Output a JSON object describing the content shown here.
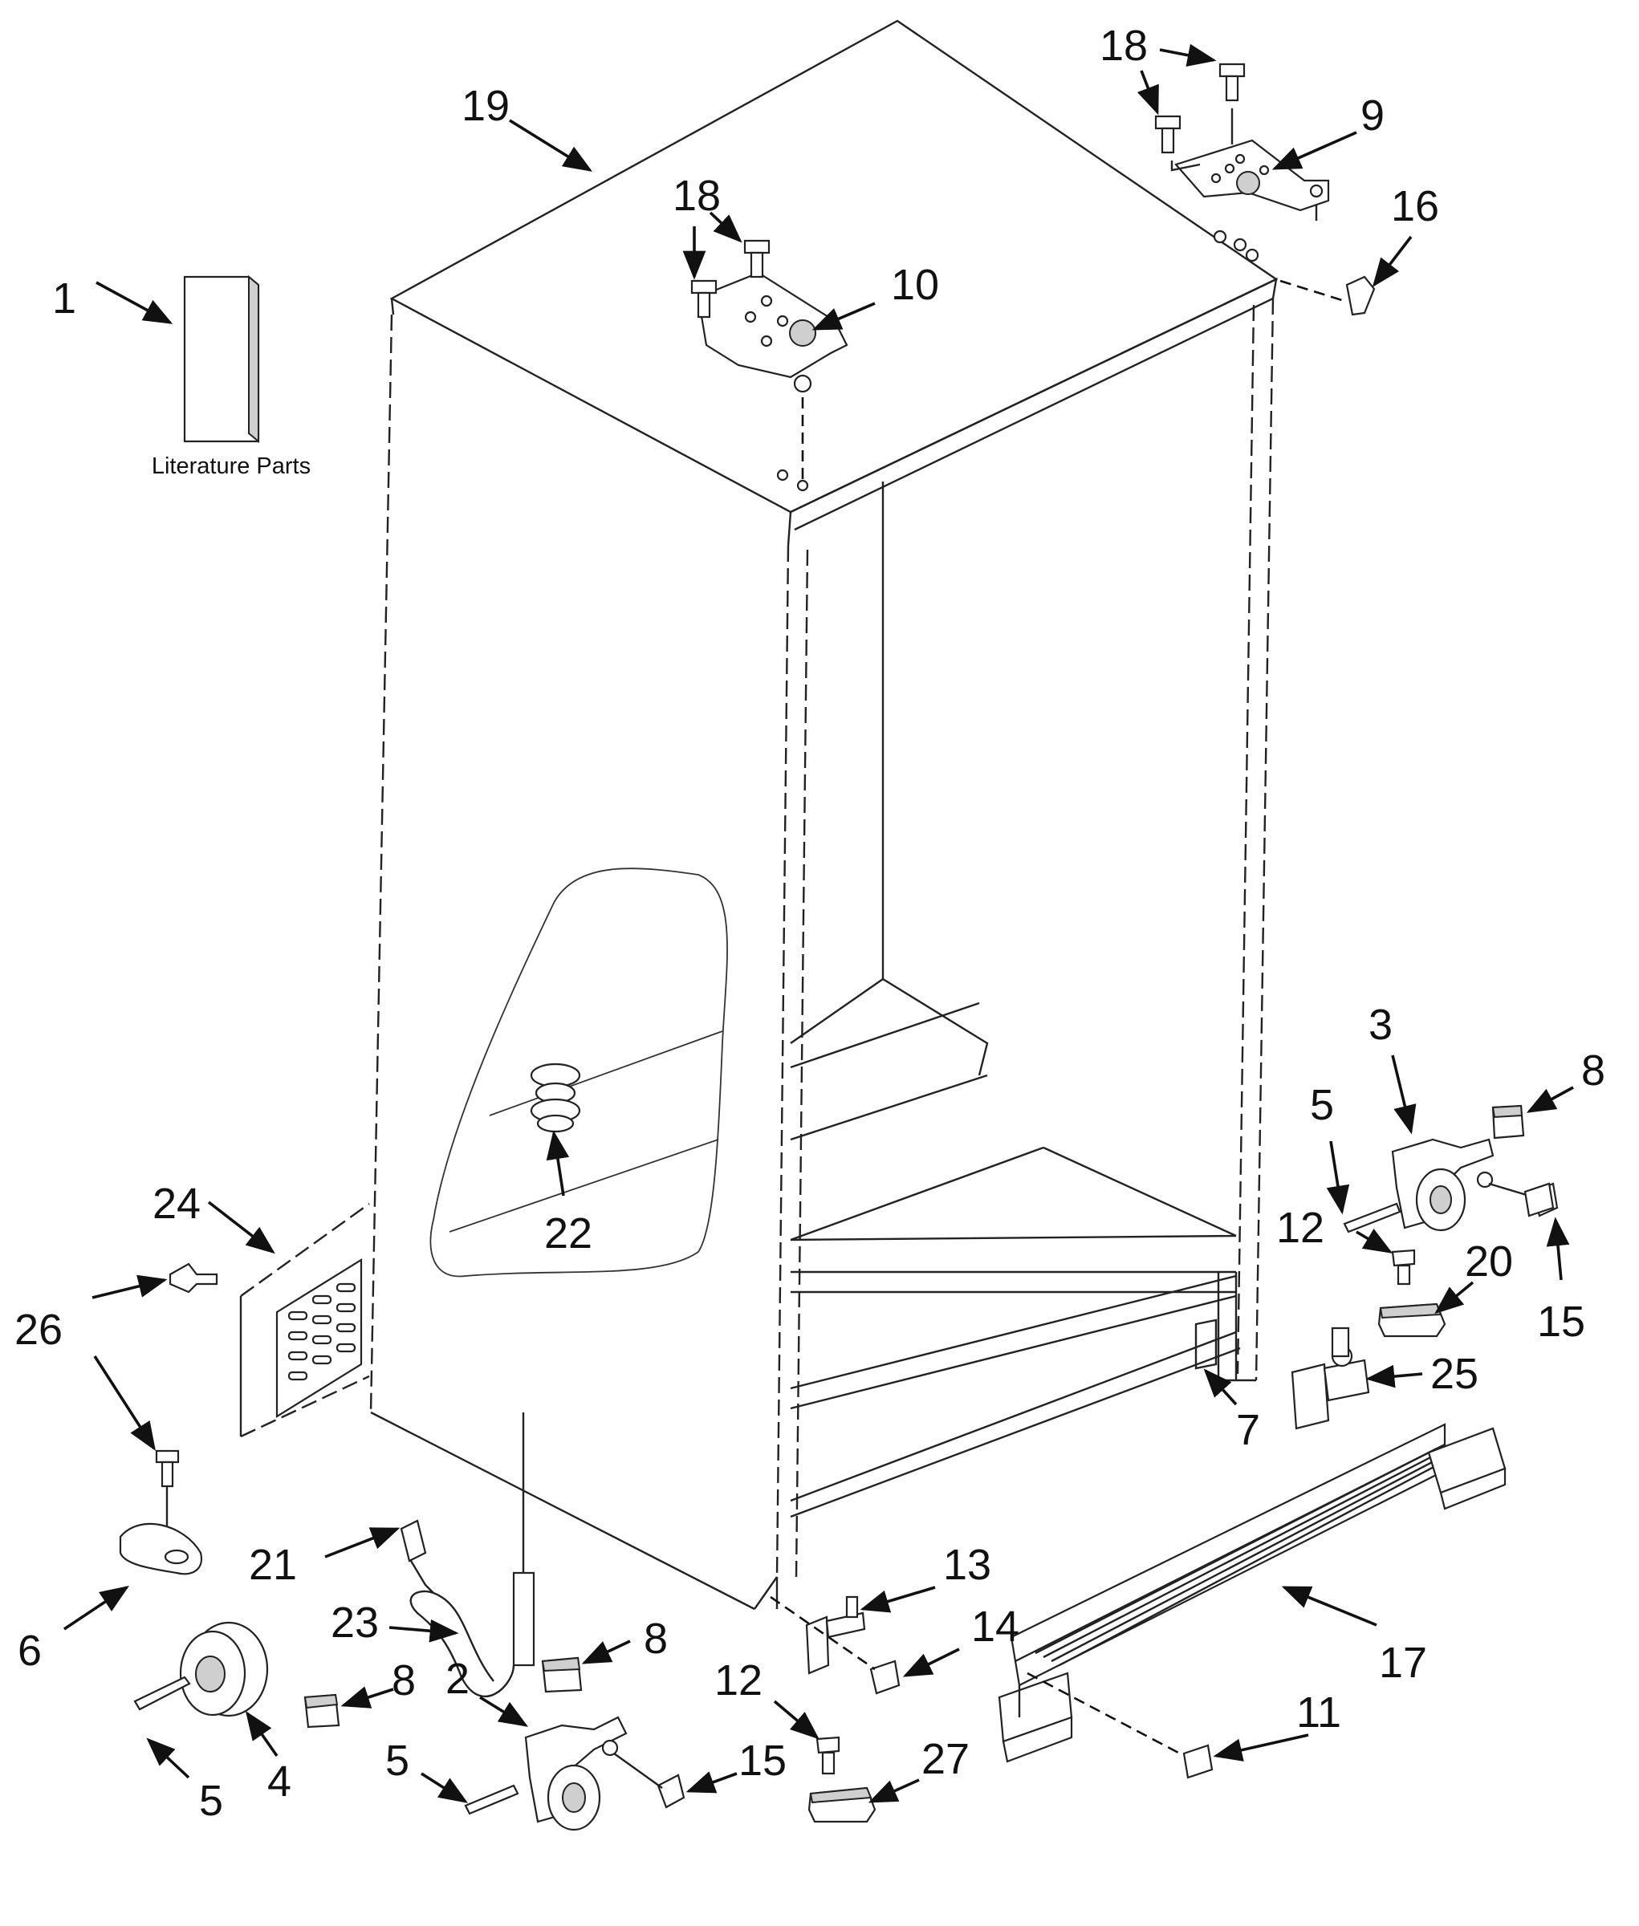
{
  "literature_label": "Literature Parts",
  "callouts": [
    {
      "id": "c1",
      "text": "1"
    },
    {
      "id": "c19",
      "text": "19"
    },
    {
      "id": "c18a",
      "text": "18"
    },
    {
      "id": "c18b",
      "text": "18"
    },
    {
      "id": "c9",
      "text": "9"
    },
    {
      "id": "c16",
      "text": "16"
    },
    {
      "id": "c10",
      "text": "10"
    },
    {
      "id": "c3",
      "text": "3"
    },
    {
      "id": "c8a",
      "text": "8"
    },
    {
      "id": "c5a",
      "text": "5"
    },
    {
      "id": "c12a",
      "text": "12"
    },
    {
      "id": "c20",
      "text": "20"
    },
    {
      "id": "c15a",
      "text": "15"
    },
    {
      "id": "c25",
      "text": "25"
    },
    {
      "id": "c7",
      "text": "7"
    },
    {
      "id": "c22",
      "text": "22"
    },
    {
      "id": "c24",
      "text": "24"
    },
    {
      "id": "c26",
      "text": "26"
    },
    {
      "id": "c21",
      "text": "21"
    },
    {
      "id": "c23",
      "text": "23"
    },
    {
      "id": "c6",
      "text": "6"
    },
    {
      "id": "c8b",
      "text": "8"
    },
    {
      "id": "c8c",
      "text": "8"
    },
    {
      "id": "c2",
      "text": "2"
    },
    {
      "id": "c4",
      "text": "4"
    },
    {
      "id": "c5b",
      "text": "5"
    },
    {
      "id": "c5c",
      "text": "5"
    },
    {
      "id": "c15b",
      "text": "15"
    },
    {
      "id": "c12b",
      "text": "12"
    },
    {
      "id": "c27",
      "text": "27"
    },
    {
      "id": "c13",
      "text": "13"
    },
    {
      "id": "c14",
      "text": "14"
    },
    {
      "id": "c17",
      "text": "17"
    },
    {
      "id": "c11",
      "text": "11"
    }
  ]
}
